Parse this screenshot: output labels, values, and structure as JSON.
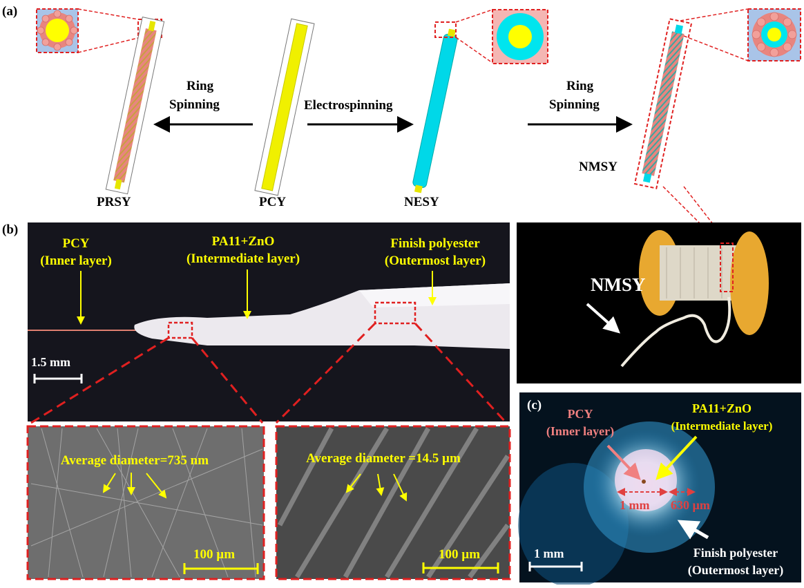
{
  "panel_labels": {
    "a": "(a)",
    "b": "(b)",
    "c": "(c)"
  },
  "panel_a": {
    "yarns": {
      "prsy": "PRSY",
      "pcy": "PCY",
      "nesy": "NESY",
      "nmsy": "NMSY"
    },
    "process_left": {
      "line1": "Ring",
      "line2": "Spinning"
    },
    "process_middle": "Electrospinning",
    "process_right": {
      "line1": "Ring",
      "line2": "Spinning"
    },
    "colors": {
      "core": "#ffff00",
      "nanofiber": "#00e5ee",
      "sheath": "#e8857f",
      "inset_bg_blue": "#a9c4e8",
      "inset_bg_pink": "#f4b6b3",
      "dashed": "#e02020"
    }
  },
  "panel_b": {
    "photo_labels": {
      "inner": {
        "line1": "PCY",
        "line2": "(Inner layer)"
      },
      "intermediate": {
        "line1": "PA11+ZnO",
        "line2": "(Intermediate layer)"
      },
      "outer": {
        "line1": "Finish polyester",
        "line2": "(Outermost layer)"
      }
    },
    "scale_bar": "1.5 mm",
    "spool_label": "NMSY",
    "sem_left": {
      "caption": "Average diameter=735 nm",
      "scale_bar": "100 µm"
    },
    "sem_right": {
      "caption": "Average diameter =14.5 µm",
      "scale_bar": "100 µm"
    }
  },
  "panel_c": {
    "inner": {
      "line1": "PCY",
      "line2": "(Inner layer)"
    },
    "intermediate": {
      "line1": "PA11+ZnO",
      "line2": "(Intermediate layer)"
    },
    "outer": {
      "line1": "Finish polyester",
      "line2": "(Outermost layer)"
    },
    "core_width": "1 mm",
    "layer_width": "630 µm",
    "scale_bar": "1 mm"
  }
}
